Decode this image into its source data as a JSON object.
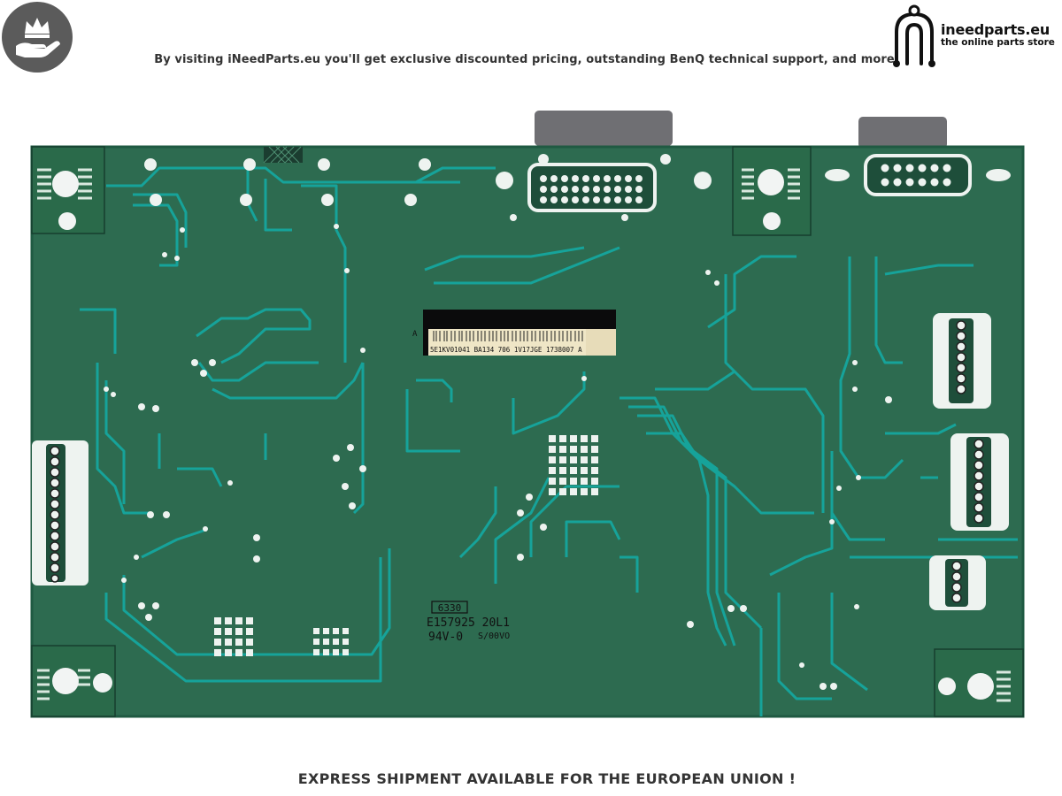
{
  "header": {
    "tagline": "By visiting iNeedParts.eu you'll get exclusive discounted pricing, outstanding BenQ technical support, and more",
    "logo_name": "ineedparts.eu",
    "logo_subtitle": "the online parts store"
  },
  "board": {
    "barcode_text": "5E1KV01041 BA134 706 1V17JGE  1738007 A",
    "label_a": "A",
    "code_box": "6330",
    "silkscreen_lines": [
      "E157925  20L1",
      "94V-0",
      "S/00VO"
    ]
  },
  "footer": {
    "message": "EXPRESS SHIPMENT AVAILABLE FOR THE EUROPEAN UNION !"
  },
  "colors": {
    "board_green": "#2d6b50",
    "trace_teal": "#16a39a",
    "badge_gray": "#5b5b5b"
  }
}
